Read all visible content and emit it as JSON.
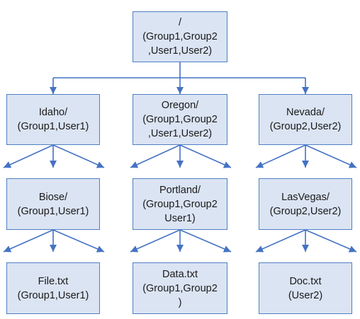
{
  "colors": {
    "node_fill": "#dbe4f3",
    "node_border": "#4f7fc5",
    "connector": "#4472c4"
  },
  "tree": {
    "root": {
      "lines": [
        "/",
        "(Group1,Group2",
        ",User1,User2)"
      ]
    },
    "idaho": {
      "lines": [
        "Idaho/",
        "(Group1,User1)"
      ]
    },
    "oregon": {
      "lines": [
        "Oregon/",
        "(Group1,Group2",
        ",User1,User2)"
      ]
    },
    "nevada": {
      "lines": [
        "Nevada/",
        "(Group2,User2)"
      ]
    },
    "biose": {
      "lines": [
        "Biose/",
        "(Group1,User1)"
      ]
    },
    "portland": {
      "lines": [
        "Portland/",
        "(Group1,Group2",
        "User1)"
      ]
    },
    "lasvegas": {
      "lines": [
        "LasVegas/",
        "(Group2,User2)"
      ]
    },
    "file_txt": {
      "lines": [
        "File.txt",
        "(Group1,User1)"
      ]
    },
    "data_txt": {
      "lines": [
        "Data.txt",
        "(Group1,Group2",
        ")"
      ]
    },
    "doc_txt": {
      "lines": [
        "Doc.txt",
        "(User2)"
      ]
    }
  }
}
